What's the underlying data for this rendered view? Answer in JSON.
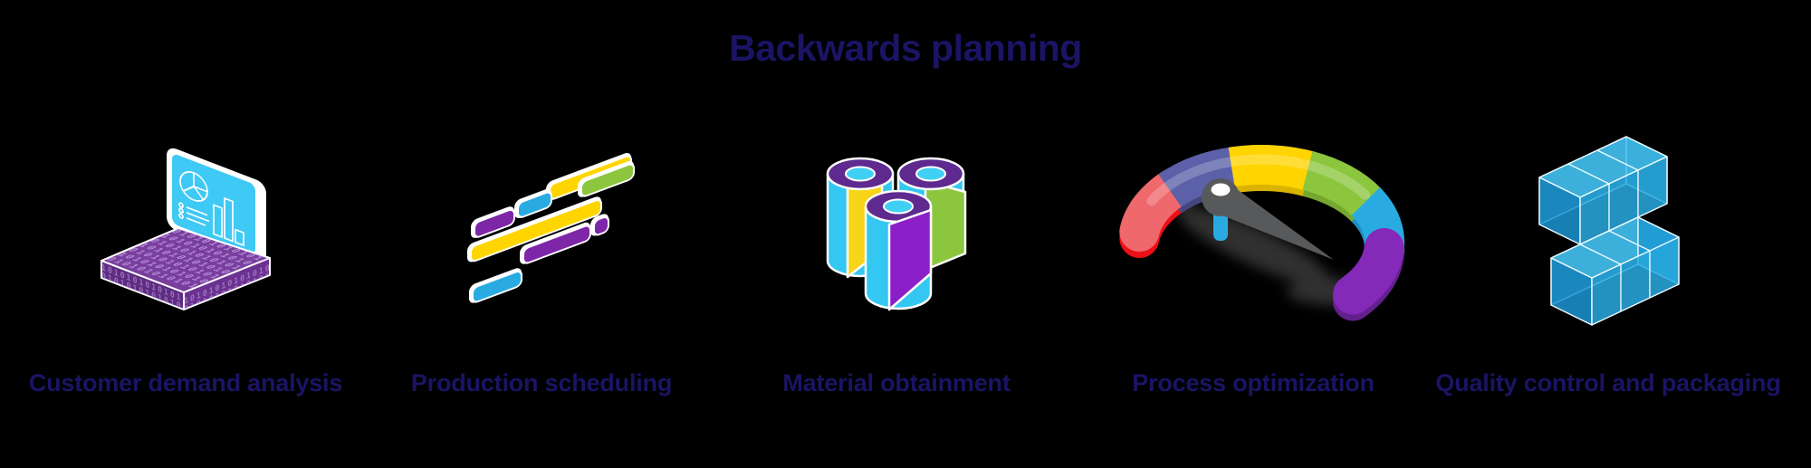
{
  "title": {
    "text": "Backwards planning"
  },
  "steps": [
    {
      "id": "customer-demand-analysis",
      "label": "Customer demand analysis",
      "icon": "laptop-analytics-icon"
    },
    {
      "id": "production-scheduling",
      "label": "Production scheduling",
      "icon": "gantt-chart-icon"
    },
    {
      "id": "material-obtainment",
      "label": "Material obtainment",
      "icon": "material-rolls-icon"
    },
    {
      "id": "process-optimization",
      "label": "Process optimization",
      "icon": "speedometer-gauge-icon"
    },
    {
      "id": "quality-control-packaging",
      "label": "Quality control and packaging",
      "icon": "stacked-boxes-icon"
    }
  ],
  "colors": {
    "background": "#000000",
    "heading_navy": "#1b1464",
    "purple": "#7d26a8",
    "deep_purple": "#5f2a90",
    "violet": "#8a1fc8",
    "laptop_base_purple": "#7a3f9e",
    "cyan": "#29abe2",
    "screen_cyan": "#3fc9f5",
    "roll_cyan": "#33c7f2",
    "yellow": "#ffd500",
    "green": "#8cc63f",
    "red": "#ed1c24",
    "slate_blue": "#5c60a8",
    "needle_gray": "#58595b",
    "box_blue": "#29abe2",
    "white": "#ffffff"
  }
}
